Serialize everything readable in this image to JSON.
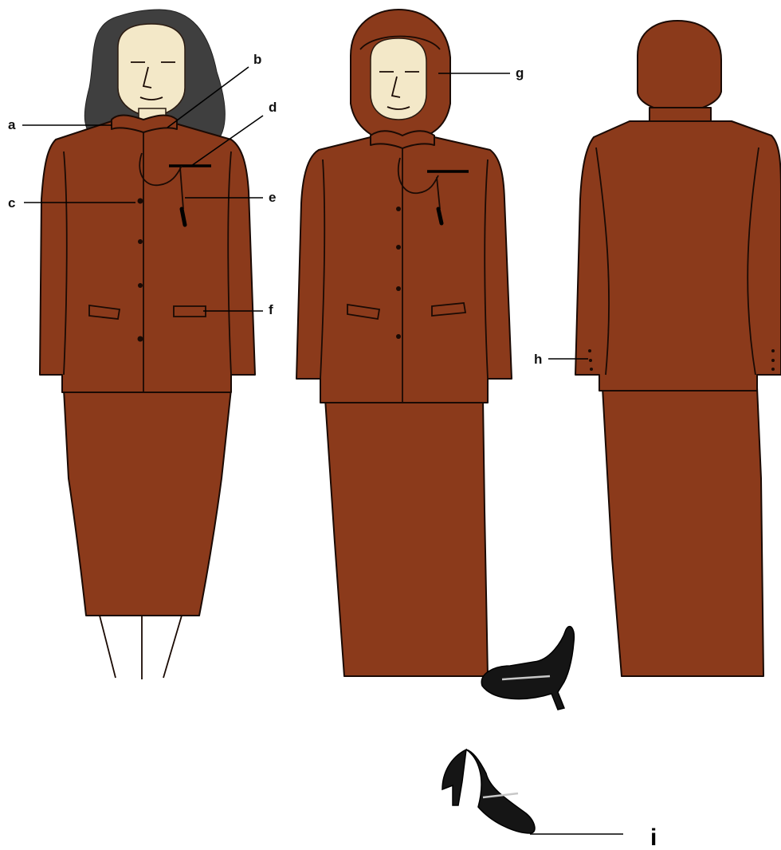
{
  "figure": {
    "colors": {
      "fabric": "#8b3a1b",
      "outline": "#1a0a04",
      "skin": "#f3e8c8",
      "hair": "#3f3f3f",
      "shoe": "#151515",
      "label": "#111111"
    }
  },
  "labels": {
    "a": "a",
    "b": "b",
    "c": "c",
    "d": "d",
    "e": "e",
    "f": "f",
    "g": "g",
    "h": "h",
    "i": "i"
  }
}
